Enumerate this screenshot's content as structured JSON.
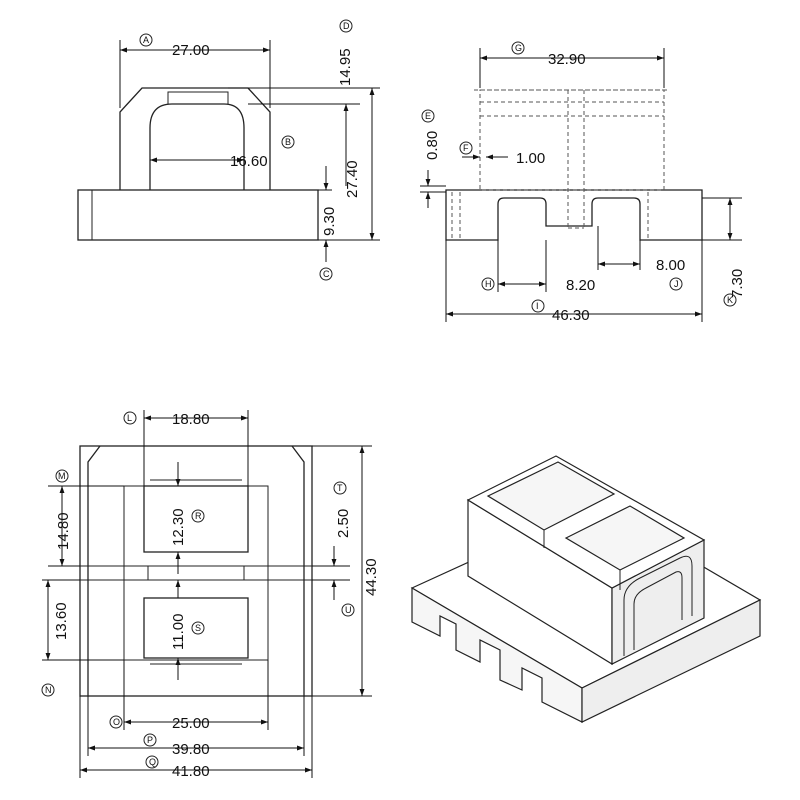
{
  "dimensions": {
    "front": {
      "top_width": "27.00",
      "slot_width": "16.60",
      "top_wall": "14.95",
      "height": "27.40",
      "base_height": "9.30"
    },
    "side": {
      "width": "32.90",
      "flange": "0.80",
      "wall": "1.00",
      "pin_width": "8.20",
      "pin_gap": "8.00",
      "total_width": "46.30",
      "base_height": "7.30"
    },
    "top": {
      "window_width": "18.80",
      "window_top": "12.30",
      "window_bottom": "11.00",
      "gap": "2.50",
      "height": "44.30",
      "upper_offset": "14.80",
      "lower_offset": "13.60",
      "inner_width": "25.00",
      "mid_width": "39.80",
      "outer_width": "41.80"
    }
  },
  "labels": {
    "A": "A",
    "B": "B",
    "C": "C",
    "D": "D",
    "E": "E",
    "F": "F",
    "G": "G",
    "H": "H",
    "I": "I",
    "J": "J",
    "K": "K",
    "L": "L",
    "M": "M",
    "N": "N",
    "O": "O",
    "P": "P",
    "Q": "Q",
    "R": "R",
    "S": "S",
    "T": "T",
    "U": "U"
  }
}
